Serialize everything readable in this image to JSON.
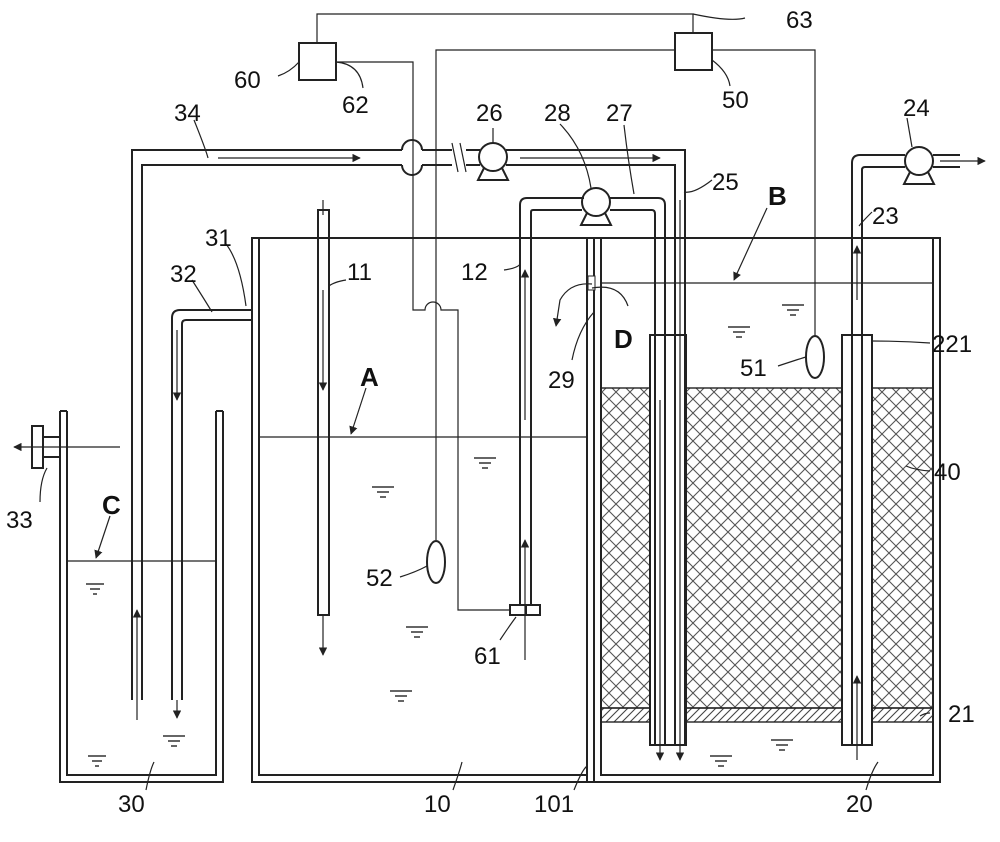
{
  "labels": {
    "n60": "60",
    "n62": "62",
    "n63": "63",
    "n50": "50",
    "n34": "34",
    "n26": "26",
    "n28": "28",
    "n27": "27",
    "n24": "24",
    "n25": "25",
    "n23": "23",
    "nB": "B",
    "n31": "31",
    "n32": "32",
    "n11": "11",
    "n12": "12",
    "nA": "A",
    "n29": "29",
    "nD": "D",
    "n51": "51",
    "n221": "221",
    "n40": "40",
    "n33": "33",
    "nC": "C",
    "n52": "52",
    "n61": "61",
    "n21": "21",
    "n30": "30",
    "n10": "10",
    "n101": "101",
    "n20": "20"
  },
  "colors": {
    "line": "#222222",
    "hatch": "#555555",
    "background": "#ffffff"
  }
}
